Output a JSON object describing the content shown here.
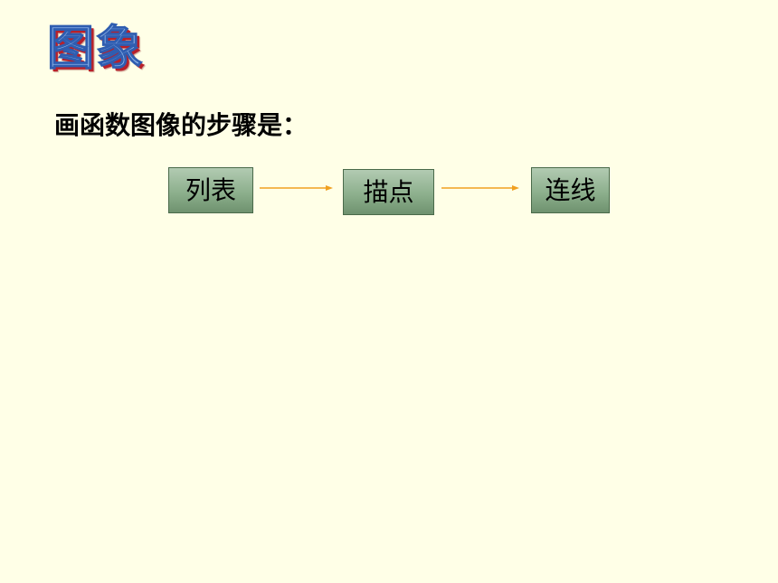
{
  "slide": {
    "title": "图象",
    "subtitle": "画函数图像的步骤是：",
    "steps": [
      "列表",
      "描点",
      "连线"
    ]
  },
  "colors": {
    "background": "#ffffe7",
    "title_fill": "#8fb4e8",
    "title_shadow": "#b8202a",
    "box_fill": "#8db08d",
    "arrow": "#f0a020"
  }
}
